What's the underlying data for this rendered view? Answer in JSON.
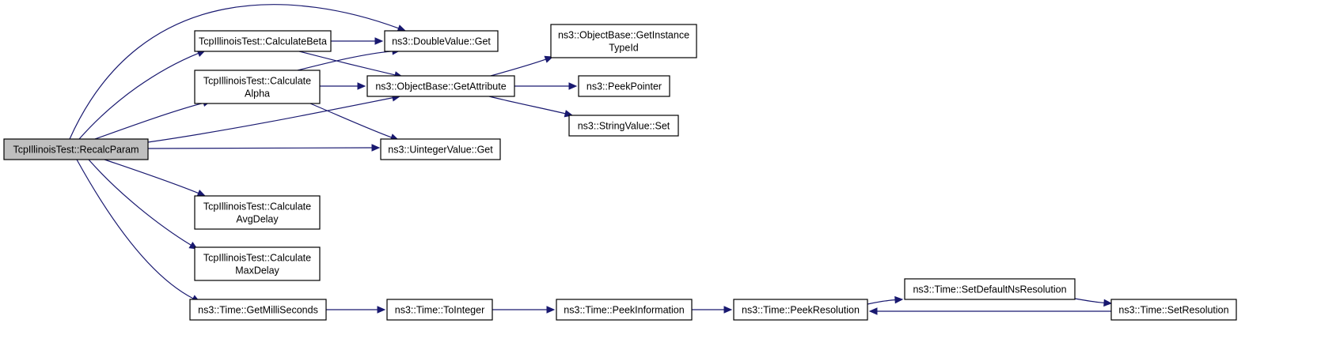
{
  "diagram": {
    "nodes": [
      {
        "id": "recalc",
        "lines": [
          "TcpIllinoisTest::RecalcParam"
        ],
        "root": true
      },
      {
        "id": "calcBeta",
        "lines": [
          "TcpIllinoisTest::CalculateBeta"
        ]
      },
      {
        "id": "calcAlpha",
        "lines": [
          "TcpIllinoisTest::Calculate",
          "Alpha"
        ]
      },
      {
        "id": "calcAvgDelay",
        "lines": [
          "TcpIllinoisTest::Calculate",
          "AvgDelay"
        ]
      },
      {
        "id": "calcMaxDelay",
        "lines": [
          "TcpIllinoisTest::Calculate",
          "MaxDelay"
        ]
      },
      {
        "id": "getMilli",
        "lines": [
          "ns3::Time::GetMilliSeconds"
        ]
      },
      {
        "id": "doubleGet",
        "lines": [
          "ns3::DoubleValue::Get"
        ]
      },
      {
        "id": "getAttr",
        "lines": [
          "ns3::ObjectBase::GetAttribute"
        ]
      },
      {
        "id": "uintGet",
        "lines": [
          "ns3::UintegerValue::Get"
        ]
      },
      {
        "id": "toInteger",
        "lines": [
          "ns3::Time::ToInteger"
        ]
      },
      {
        "id": "getInstanceTypeId",
        "lines": [
          "ns3::ObjectBase::GetInstance",
          "TypeId"
        ]
      },
      {
        "id": "peekPointer",
        "lines": [
          "ns3::PeekPointer"
        ]
      },
      {
        "id": "stringSet",
        "lines": [
          "ns3::StringValue::Set"
        ]
      },
      {
        "id": "peekInfo",
        "lines": [
          "ns3::Time::PeekInformation"
        ]
      },
      {
        "id": "peekRes",
        "lines": [
          "ns3::Time::PeekResolution"
        ]
      },
      {
        "id": "setDefaultNsRes",
        "lines": [
          "ns3::Time::SetDefaultNsResolution"
        ]
      },
      {
        "id": "setRes",
        "lines": [
          "ns3::Time::SetResolution"
        ]
      }
    ],
    "edges": [
      [
        "recalc",
        "calcBeta"
      ],
      [
        "recalc",
        "doubleGet"
      ],
      [
        "recalc",
        "calcAlpha"
      ],
      [
        "recalc",
        "getAttr"
      ],
      [
        "recalc",
        "uintGet"
      ],
      [
        "recalc",
        "calcAvgDelay"
      ],
      [
        "recalc",
        "calcMaxDelay"
      ],
      [
        "recalc",
        "getMilli"
      ],
      [
        "calcBeta",
        "doubleGet"
      ],
      [
        "calcBeta",
        "getAttr"
      ],
      [
        "calcAlpha",
        "doubleGet"
      ],
      [
        "calcAlpha",
        "getAttr"
      ],
      [
        "calcAlpha",
        "uintGet"
      ],
      [
        "getAttr",
        "getInstanceTypeId"
      ],
      [
        "getAttr",
        "peekPointer"
      ],
      [
        "getAttr",
        "stringSet"
      ],
      [
        "getMilli",
        "toInteger"
      ],
      [
        "toInteger",
        "peekInfo"
      ],
      [
        "peekInfo",
        "peekRes"
      ],
      [
        "peekRes",
        "setDefaultNsRes"
      ],
      [
        "setDefaultNsRes",
        "setRes"
      ],
      [
        "setRes",
        "peekRes"
      ]
    ]
  },
  "colors": {
    "edge": "#191970",
    "node_border": "#000000",
    "root_fill": "#bfbfbf",
    "node_fill": "#ffffff"
  }
}
